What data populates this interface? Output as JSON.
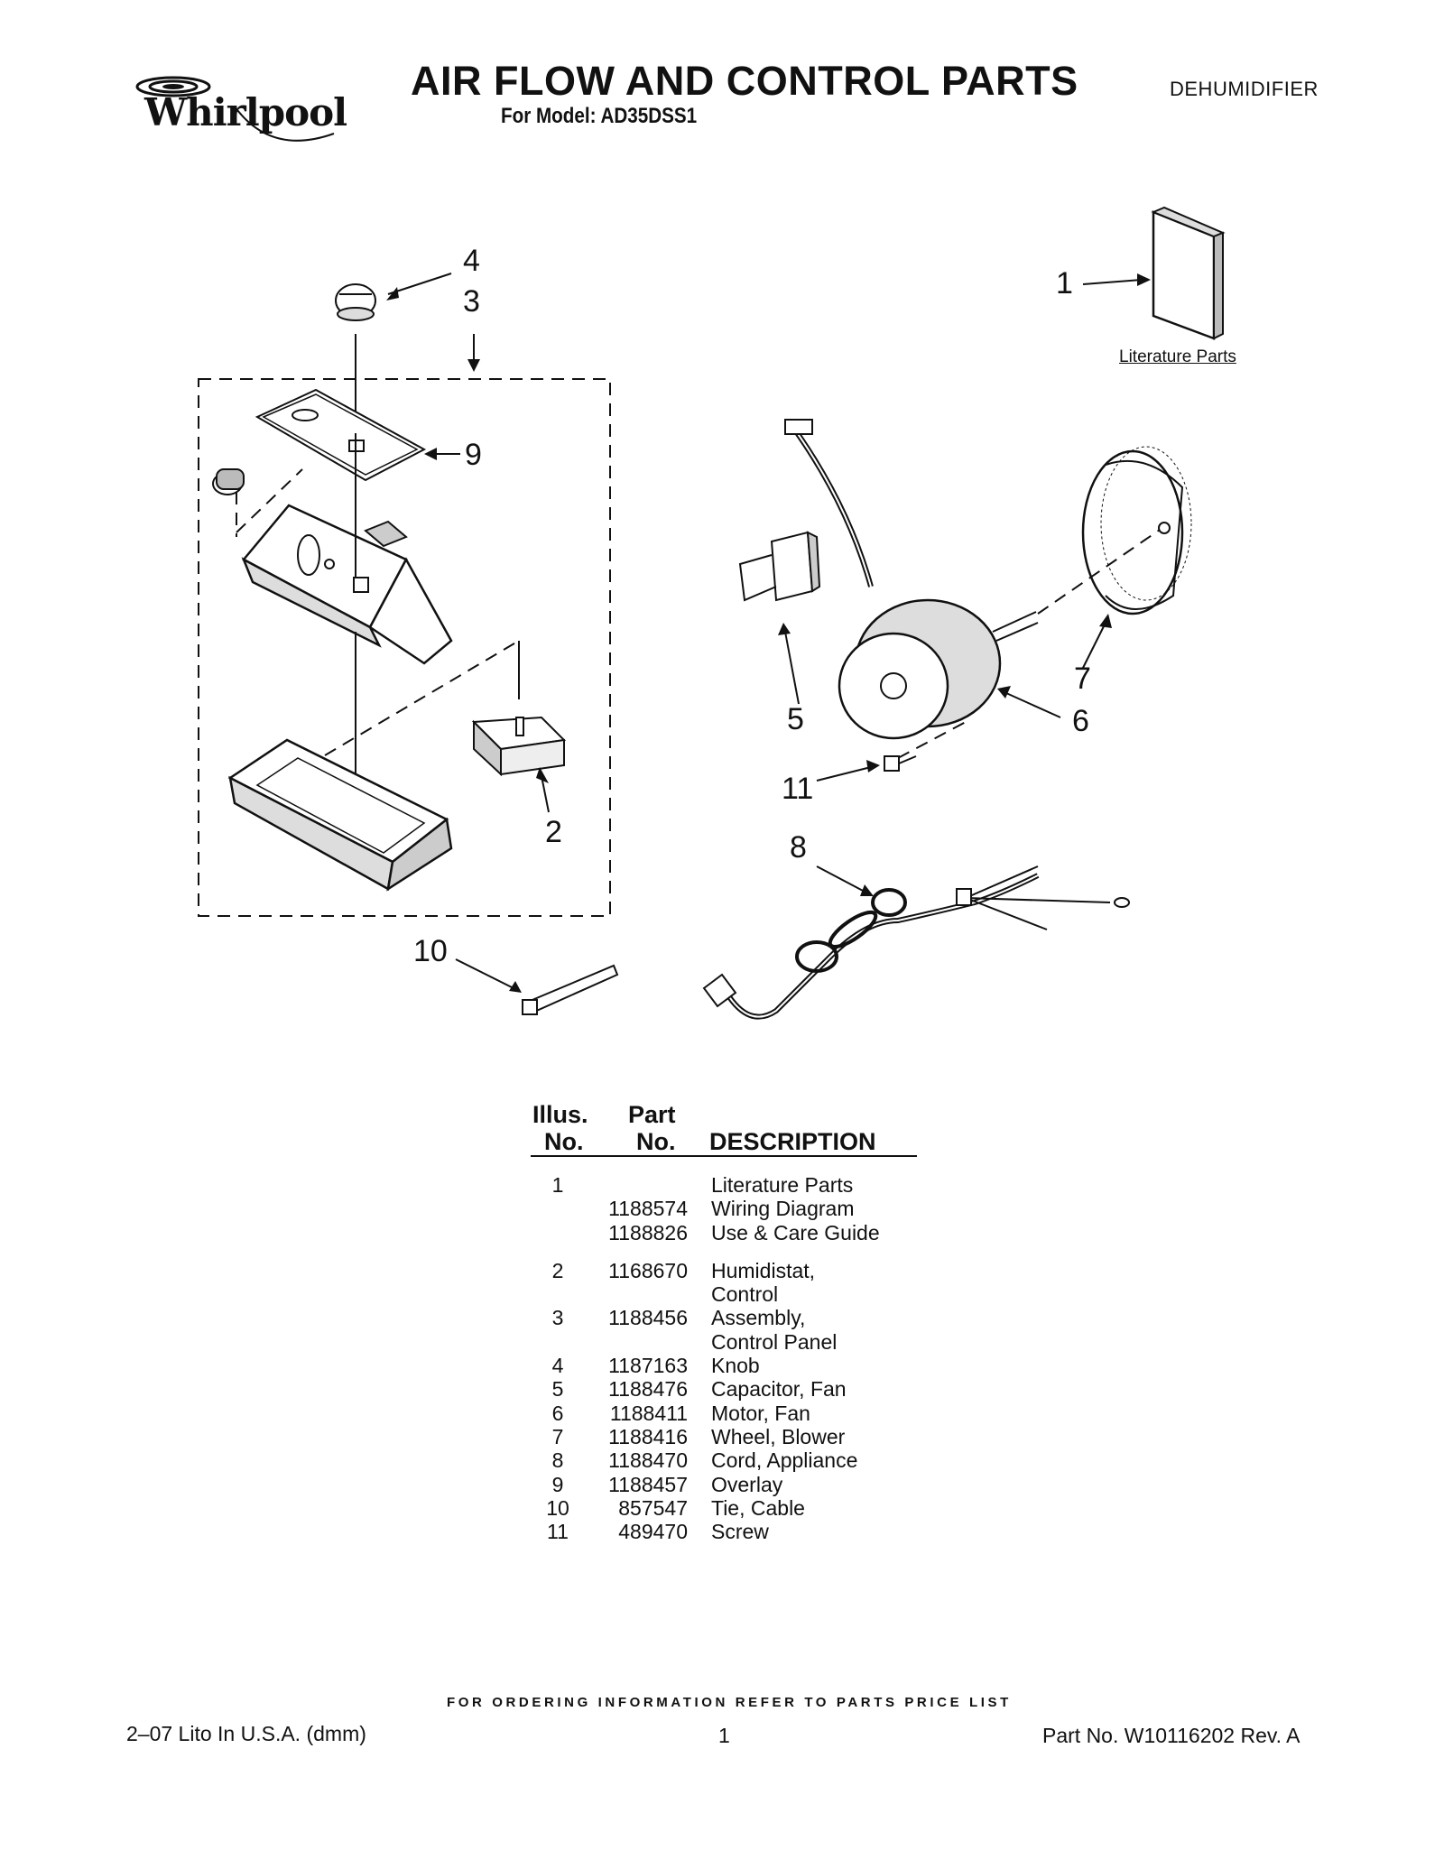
{
  "header": {
    "brand": "Whirlpool",
    "title": "AIR FLOW AND CONTROL PARTS",
    "model_line": "For Model: AD35DSS1",
    "category": "DEHUMIDIFIER"
  },
  "diagram": {
    "callouts": [
      "1",
      "2",
      "3",
      "4",
      "5",
      "6",
      "7",
      "8",
      "9",
      "10",
      "11"
    ],
    "literature_label": "Literature Parts"
  },
  "table": {
    "headers": {
      "illus_top": "Illus.",
      "illus_bottom": "No.",
      "part_top": "Part",
      "part_bottom": "No.",
      "description": "DESCRIPTION"
    },
    "rows": [
      {
        "illus": "1",
        "part": "",
        "desc": "Literature Parts"
      },
      {
        "illus": "",
        "part": "1188574",
        "desc": "Wiring Diagram"
      },
      {
        "illus": "",
        "part": "1188826",
        "desc": "Use & Care Guide"
      },
      {
        "illus": "",
        "part": "",
        "desc": ""
      },
      {
        "illus": "2",
        "part": "1168670",
        "desc": "Humidistat,"
      },
      {
        "illus": "",
        "part": "",
        "desc": "Control"
      },
      {
        "illus": "3",
        "part": "1188456",
        "desc": "Assembly,"
      },
      {
        "illus": "",
        "part": "",
        "desc": "Control Panel"
      },
      {
        "illus": "4",
        "part": "1187163",
        "desc": "Knob"
      },
      {
        "illus": "5",
        "part": "1188476",
        "desc": "Capacitor, Fan"
      },
      {
        "illus": "6",
        "part": "1188411",
        "desc": "Motor, Fan"
      },
      {
        "illus": "7",
        "part": "1188416",
        "desc": "Wheel, Blower"
      },
      {
        "illus": "8",
        "part": "1188470",
        "desc": "Cord, Appliance"
      },
      {
        "illus": "9",
        "part": "1188457",
        "desc": "Overlay"
      },
      {
        "illus": "10",
        "part": "857547",
        "desc": "Tie, Cable"
      },
      {
        "illus": "11",
        "part": "489470",
        "desc": "Screw"
      }
    ]
  },
  "footer": {
    "ordering_note": "FOR ORDERING INFORMATION REFER TO PARTS PRICE LIST",
    "print_info": "2–07 Lito In U.S.A. (dmm)",
    "page_number": "1",
    "part_number": "Part No. W10116202 Rev. A"
  }
}
